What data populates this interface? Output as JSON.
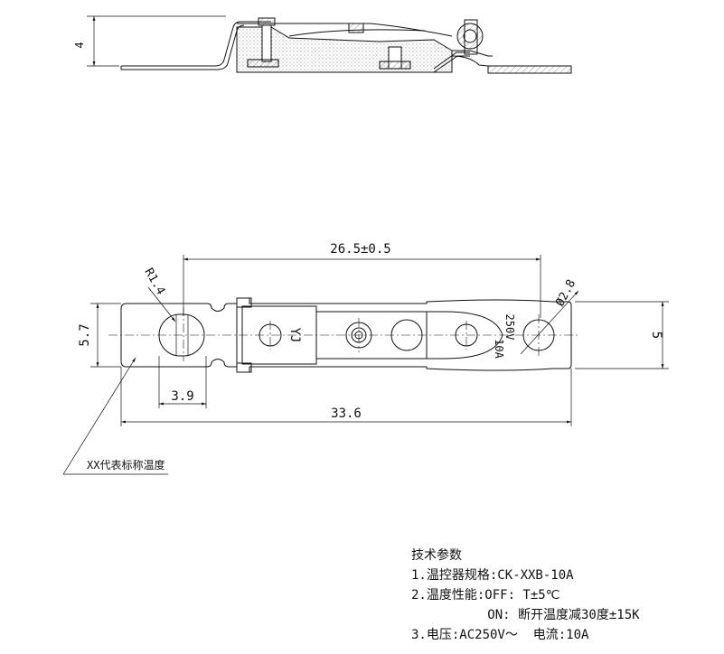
{
  "dimensions": {
    "side_height": "4",
    "overall_pitch": "26.5±0.5",
    "radius": "R1.4",
    "width_left": "5.7",
    "slot_offset": "3.9",
    "total_length": "33.6",
    "hole_diameter": "Ø2.8",
    "width_right": "5"
  },
  "part_marking": {
    "brand": "YJ",
    "voltage": "250V",
    "current": "10A"
  },
  "callout": {
    "note": "XX代表标称温度"
  },
  "specs": {
    "title": "技术参数",
    "line1": "1.温控器规格:CK-XXB-10A",
    "line2": "2.温度性能:OFF: T±5℃",
    "line3": "          ON: 断开温度减30度±15K",
    "line4": "3.电压:AC250V～  电流:10A"
  }
}
